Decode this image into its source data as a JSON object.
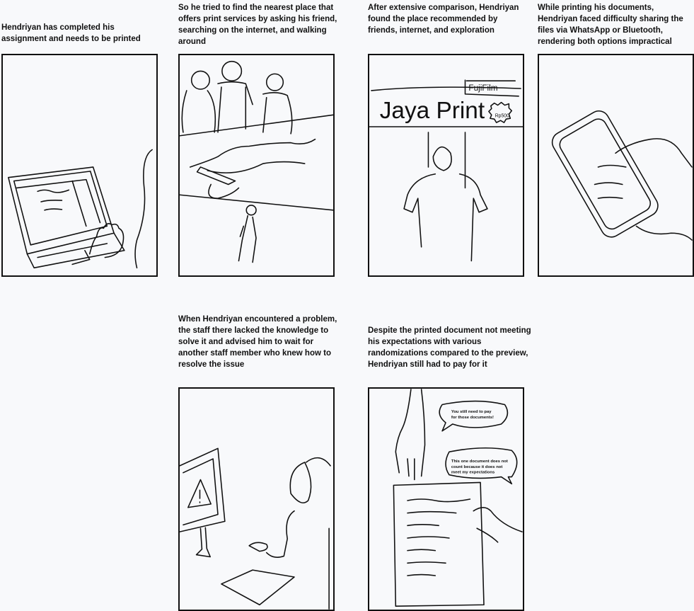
{
  "storyboard": {
    "panels": [
      {
        "caption": "Hendriyan has completed his assignment and needs to be printed",
        "scene": "laptop"
      },
      {
        "caption": "So he tried to find the nearest place that offers print services by asking his friend, searching on the internet, and walking around",
        "scene": "searching"
      },
      {
        "caption": "After extensive comparison, Hendriyan found the place recommended by friends, internet, and exploration",
        "scene": "print-shop",
        "sign_text": "Jaya Print",
        "brand_text": "FujiFilm",
        "price_text": "Rp500"
      },
      {
        "caption": "While printing his documents, Hendriyan faced difficulty sharing the files via WhatsApp or Bluetooth, rendering both options impractical",
        "scene": "phone"
      },
      {
        "caption": "When Hendriyan encountered a problem, the staff there lacked the knowledge to solve it and advised him to wait for another staff member who knew how to resolve the issue",
        "scene": "computer-warning"
      },
      {
        "caption": "Despite the printed document not meeting his expectations with various randomizations compared to the preview, Hendriyan still had to pay for it",
        "scene": "payment",
        "bubble_staff": [
          "You still need to pay",
          "for those documents!"
        ],
        "bubble_customer": [
          "This one document does not",
          "count because it does not",
          "meet my expectations"
        ]
      }
    ]
  }
}
